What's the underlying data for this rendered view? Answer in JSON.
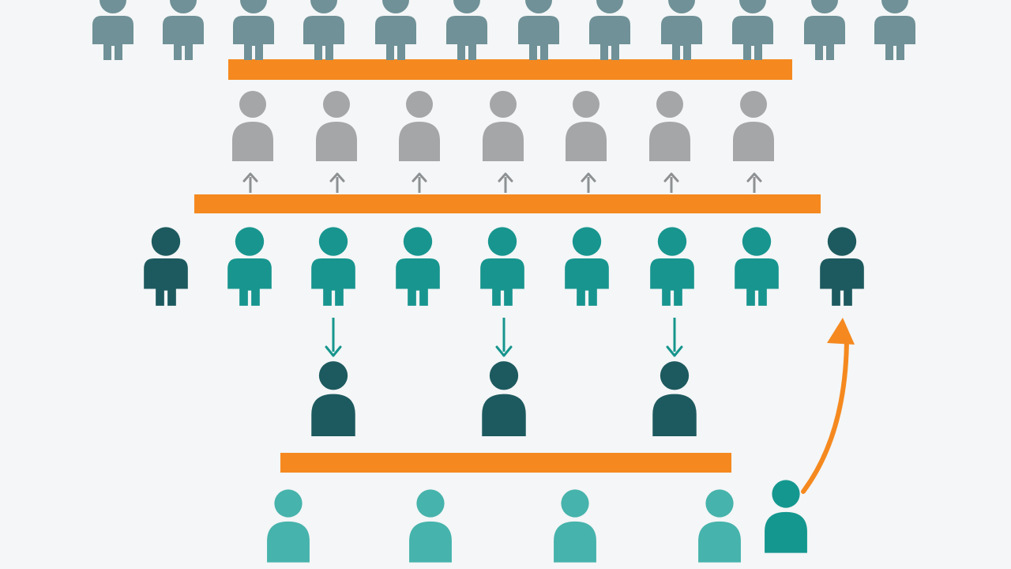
{
  "colors": {
    "background": "#f4f6f7",
    "bar": "#f5891f",
    "tier_top": "#6f9197",
    "tier_gray": "#a4a6a8",
    "tier_teal": "#18958f",
    "tier_dark": "#1d5a5f",
    "tier_light": "#46b3ac",
    "tier_bright": "#14978f",
    "arrow_gray": "#8e9193",
    "arrow_teal": "#16958d",
    "arrow_orange": "#f5891f"
  },
  "groups": {
    "top_row": {
      "count": 12,
      "icon": "person-full-icon",
      "color": "tier_top"
    },
    "gray_row": {
      "count": 7,
      "icon": "person-bust-icon",
      "color": "tier_gray"
    },
    "middle_row": {
      "count": 9,
      "icon": "person-full-icon",
      "dark_positions": [
        1,
        9
      ],
      "color": "tier_teal",
      "dark_color": "tier_dark"
    },
    "selected_row": {
      "count": 3,
      "icon": "person-bust-icon",
      "color": "tier_dark"
    },
    "bottom_row": {
      "count": 4,
      "icon": "person-bust-icon",
      "color": "tier_light"
    },
    "promoted_person": {
      "count": 1,
      "icon": "person-bust-icon",
      "color": "tier_bright"
    }
  },
  "arrows": {
    "up_arrows": {
      "count": 7,
      "icon": "arrow-up-icon",
      "color": "arrow_gray"
    },
    "down_arrows": {
      "count": 3,
      "icon": "arrow-down-icon",
      "color": "arrow_teal"
    },
    "curved_arrow": {
      "count": 1,
      "icon": "curved-arrow-up-icon",
      "color": "arrow_orange"
    }
  },
  "bars": {
    "count": 3,
    "icon": "orange-bar",
    "color": "bar"
  }
}
